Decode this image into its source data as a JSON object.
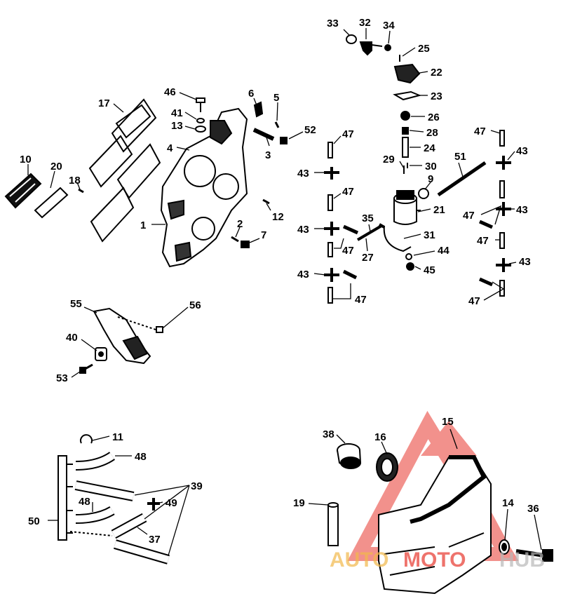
{
  "callouts": [
    {
      "id": "c33",
      "label": "33"
    },
    {
      "id": "c32",
      "label": "32"
    },
    {
      "id": "c34",
      "label": "34"
    },
    {
      "id": "c25",
      "label": "25"
    },
    {
      "id": "c22",
      "label": "22"
    },
    {
      "id": "c23",
      "label": "23"
    },
    {
      "id": "c26",
      "label": "26"
    },
    {
      "id": "c28",
      "label": "28"
    },
    {
      "id": "c24",
      "label": "24"
    },
    {
      "id": "c29",
      "label": "29"
    },
    {
      "id": "c30",
      "label": "30"
    },
    {
      "id": "c9",
      "label": "9"
    },
    {
      "id": "c21",
      "label": "21"
    },
    {
      "id": "c51",
      "label": "51"
    },
    {
      "id": "c35",
      "label": "35"
    },
    {
      "id": "c27",
      "label": "27"
    },
    {
      "id": "c31",
      "label": "31"
    },
    {
      "id": "c44",
      "label": "44"
    },
    {
      "id": "c45",
      "label": "45"
    },
    {
      "id": "c47a",
      "label": "47"
    },
    {
      "id": "c43a",
      "label": "43"
    },
    {
      "id": "c47b",
      "label": "47"
    },
    {
      "id": "c43b",
      "label": "43"
    },
    {
      "id": "c47c",
      "label": "47"
    },
    {
      "id": "c43c",
      "label": "43"
    },
    {
      "id": "c47d",
      "label": "47"
    },
    {
      "id": "c47e",
      "label": "47"
    },
    {
      "id": "c43d",
      "label": "43"
    },
    {
      "id": "c47f",
      "label": "47"
    },
    {
      "id": "c43e",
      "label": "43"
    },
    {
      "id": "c47g",
      "label": "47"
    },
    {
      "id": "c43f",
      "label": "43"
    },
    {
      "id": "c47h",
      "label": "47"
    },
    {
      "id": "c46",
      "label": "46"
    },
    {
      "id": "c41",
      "label": "41"
    },
    {
      "id": "c13",
      "label": "13"
    },
    {
      "id": "c6",
      "label": "6"
    },
    {
      "id": "c5",
      "label": "5"
    },
    {
      "id": "c52",
      "label": "52"
    },
    {
      "id": "c3",
      "label": "3"
    },
    {
      "id": "c4",
      "label": "4"
    },
    {
      "id": "c17",
      "label": "17"
    },
    {
      "id": "c10",
      "label": "10"
    },
    {
      "id": "c20",
      "label": "20"
    },
    {
      "id": "c18",
      "label": "18"
    },
    {
      "id": "c1",
      "label": "1"
    },
    {
      "id": "c12",
      "label": "12"
    },
    {
      "id": "c2",
      "label": "2"
    },
    {
      "id": "c7",
      "label": "7"
    },
    {
      "id": "c55",
      "label": "55"
    },
    {
      "id": "c56",
      "label": "56"
    },
    {
      "id": "c40",
      "label": "40"
    },
    {
      "id": "c53",
      "label": "53"
    },
    {
      "id": "c11",
      "label": "11"
    },
    {
      "id": "c48a",
      "label": "48"
    },
    {
      "id": "c39",
      "label": "39"
    },
    {
      "id": "c48b",
      "label": "48"
    },
    {
      "id": "c49",
      "label": "49"
    },
    {
      "id": "c50",
      "label": "50"
    },
    {
      "id": "c37",
      "label": "37"
    },
    {
      "id": "c38",
      "label": "38"
    },
    {
      "id": "c16",
      "label": "16"
    },
    {
      "id": "c15",
      "label": "15"
    },
    {
      "id": "c19",
      "label": "19"
    },
    {
      "id": "c14",
      "label": "14"
    },
    {
      "id": "c36",
      "label": "36"
    }
  ],
  "watermark": {
    "text_auto": "AUTO",
    "text_moto": "MOTO",
    "text_hub": "HUB",
    "color_red": "#e8392f",
    "color_gold": "#f2b84b",
    "color_gray": "#b9b9b9"
  }
}
